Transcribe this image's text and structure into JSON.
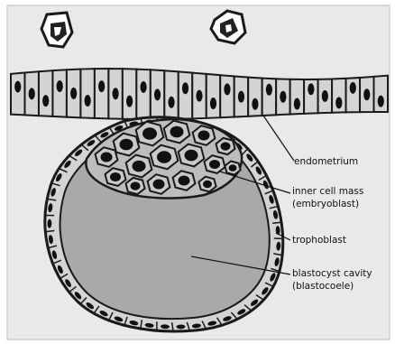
{
  "labels": {
    "endometrium": "endometrium",
    "inner_cell_mass": "inner cell mass",
    "embryoblast": "(embryoblast)",
    "trophoblast": "trophoblast",
    "blastocyst_cavity": "blastocyst cavity",
    "blastocoele": "(blastocoele)"
  },
  "colors": {
    "panel_background": "#e9e9e9",
    "outline": "#1a1a1a",
    "cell_fill": "#d4d4d4",
    "cavity_fill": "#a9a9a9",
    "inner_mass_fill": "#bdbdbd",
    "nucleus": "#111111"
  }
}
